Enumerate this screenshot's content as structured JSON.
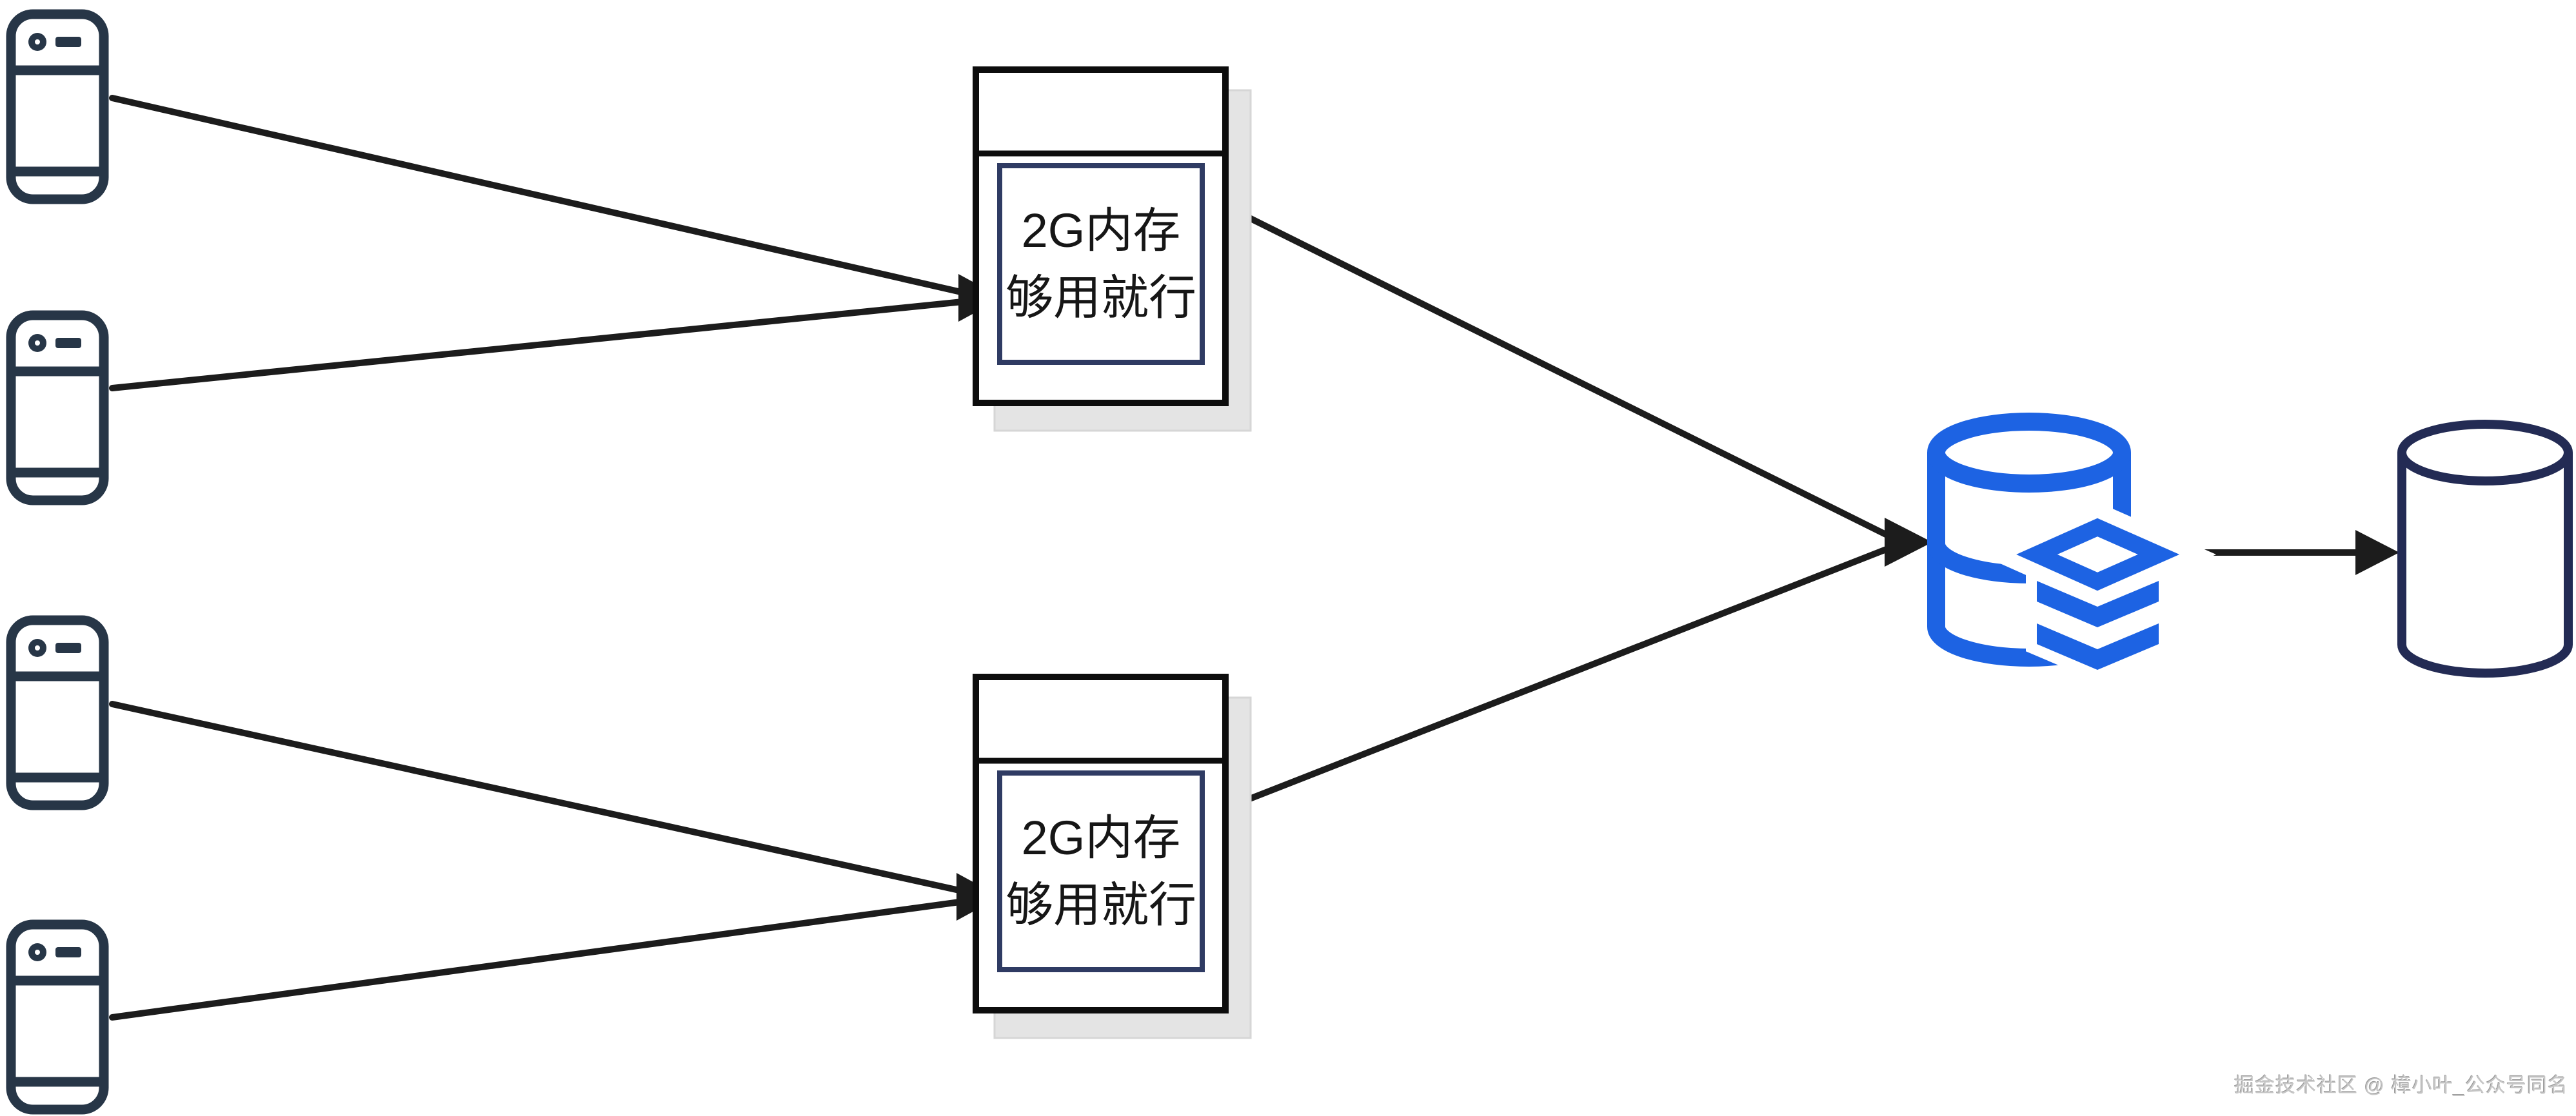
{
  "diagram": {
    "background": "#ffffff",
    "palette": {
      "phone": "#273647",
      "arrow": "#1c1c1c",
      "server_border": "#0d0d0d",
      "server_inner_border": "#2f3b63",
      "server_shadow": "#e4e4e4",
      "server_shadow_border": "#d6d6d6",
      "db_blue": "#1d63e3",
      "cylinder_navy": "#232b54",
      "label_text": "#161616",
      "watermark_text": "#c6c6c6"
    },
    "clients": {
      "icon": "smartphone-icon",
      "count": 4
    },
    "servers": [
      {
        "label": "2G内存\n够用就行"
      },
      {
        "label": "2G内存\n够用就行"
      }
    ],
    "cache_db": {
      "icon": "database-stack-icon"
    },
    "storage_db": {
      "icon": "database-cylinder-icon"
    },
    "watermark": {
      "text": "掘金技术社区 @ 樟小叶_公众号同名"
    }
  }
}
